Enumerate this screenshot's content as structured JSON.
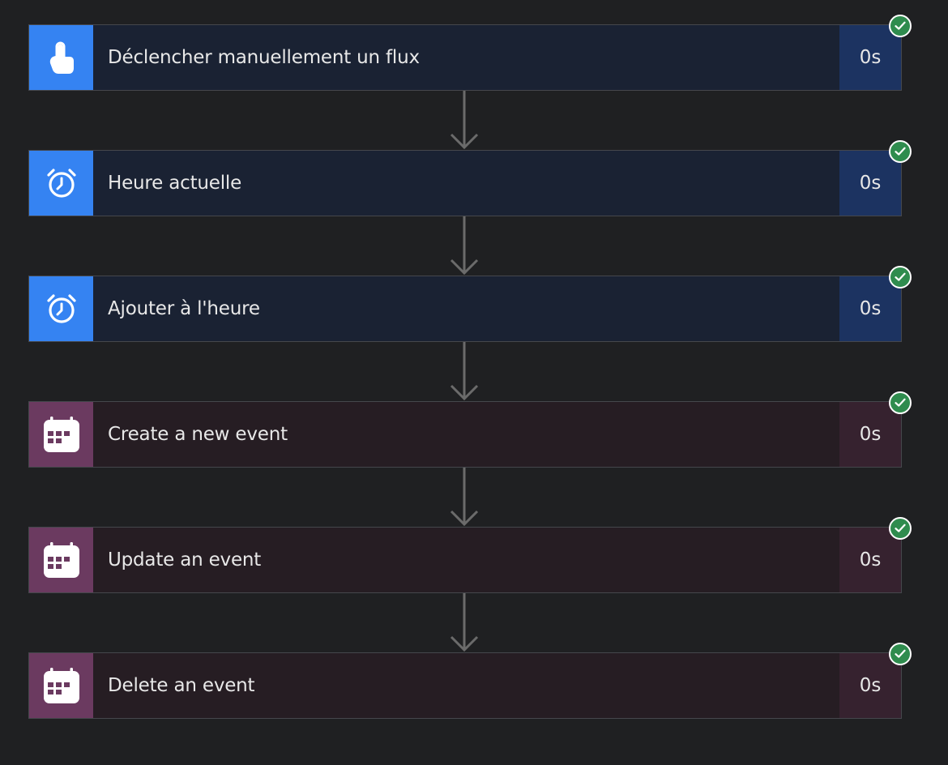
{
  "flow": {
    "steps": [
      {
        "title": "Déclencher manuellement un flux",
        "duration": "0s",
        "icon": "touch-icon",
        "theme": "blue",
        "status": "succeeded"
      },
      {
        "title": "Heure actuelle",
        "duration": "0s",
        "icon": "alarm-clock-icon",
        "theme": "blue",
        "status": "succeeded"
      },
      {
        "title": "Ajouter à l'heure",
        "duration": "0s",
        "icon": "alarm-clock-icon",
        "theme": "blue",
        "status": "succeeded"
      },
      {
        "title": "Create a new event",
        "duration": "0s",
        "icon": "calendar-icon",
        "theme": "purple",
        "status": "succeeded"
      },
      {
        "title": "Update an event",
        "duration": "0s",
        "icon": "calendar-icon",
        "theme": "purple",
        "status": "succeeded"
      },
      {
        "title": "Delete an event",
        "duration": "0s",
        "icon": "calendar-icon",
        "theme": "purple",
        "status": "succeeded"
      }
    ]
  },
  "colors": {
    "background": "#1f2022",
    "blue_accent": "#3583f2",
    "purple_accent": "#6b3a60",
    "success": "#2f8c4e"
  }
}
